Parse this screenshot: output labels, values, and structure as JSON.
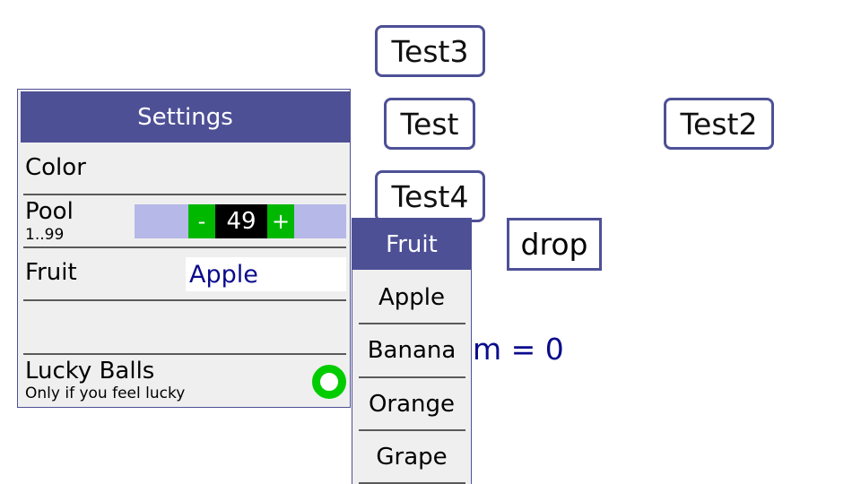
{
  "buttons": {
    "test3": "Test3",
    "test": "Test",
    "test2": "Test2",
    "test4": "Test4",
    "drop": "drop"
  },
  "m_label": "m = 0",
  "settings": {
    "title": "Settings",
    "color_label": "Color",
    "pool": {
      "label": "Pool",
      "range": "1..99",
      "value": "49",
      "minus": "-",
      "plus": "+"
    },
    "fruit": {
      "label": "Fruit",
      "value": "Apple"
    },
    "lucky": {
      "label": "Lucky Balls",
      "hint": "Only if you feel lucky",
      "checked": true
    }
  },
  "fruit_list": {
    "title": "Fruit",
    "items": [
      "Apple",
      "Banana",
      "Orange",
      "Grape"
    ]
  },
  "colors": {
    "header": "#4e5096",
    "panel": "#efefef",
    "accent_green": "#00cc00",
    "text_blue": "#0b0b8c",
    "slider_track": "#b6b8e8"
  }
}
